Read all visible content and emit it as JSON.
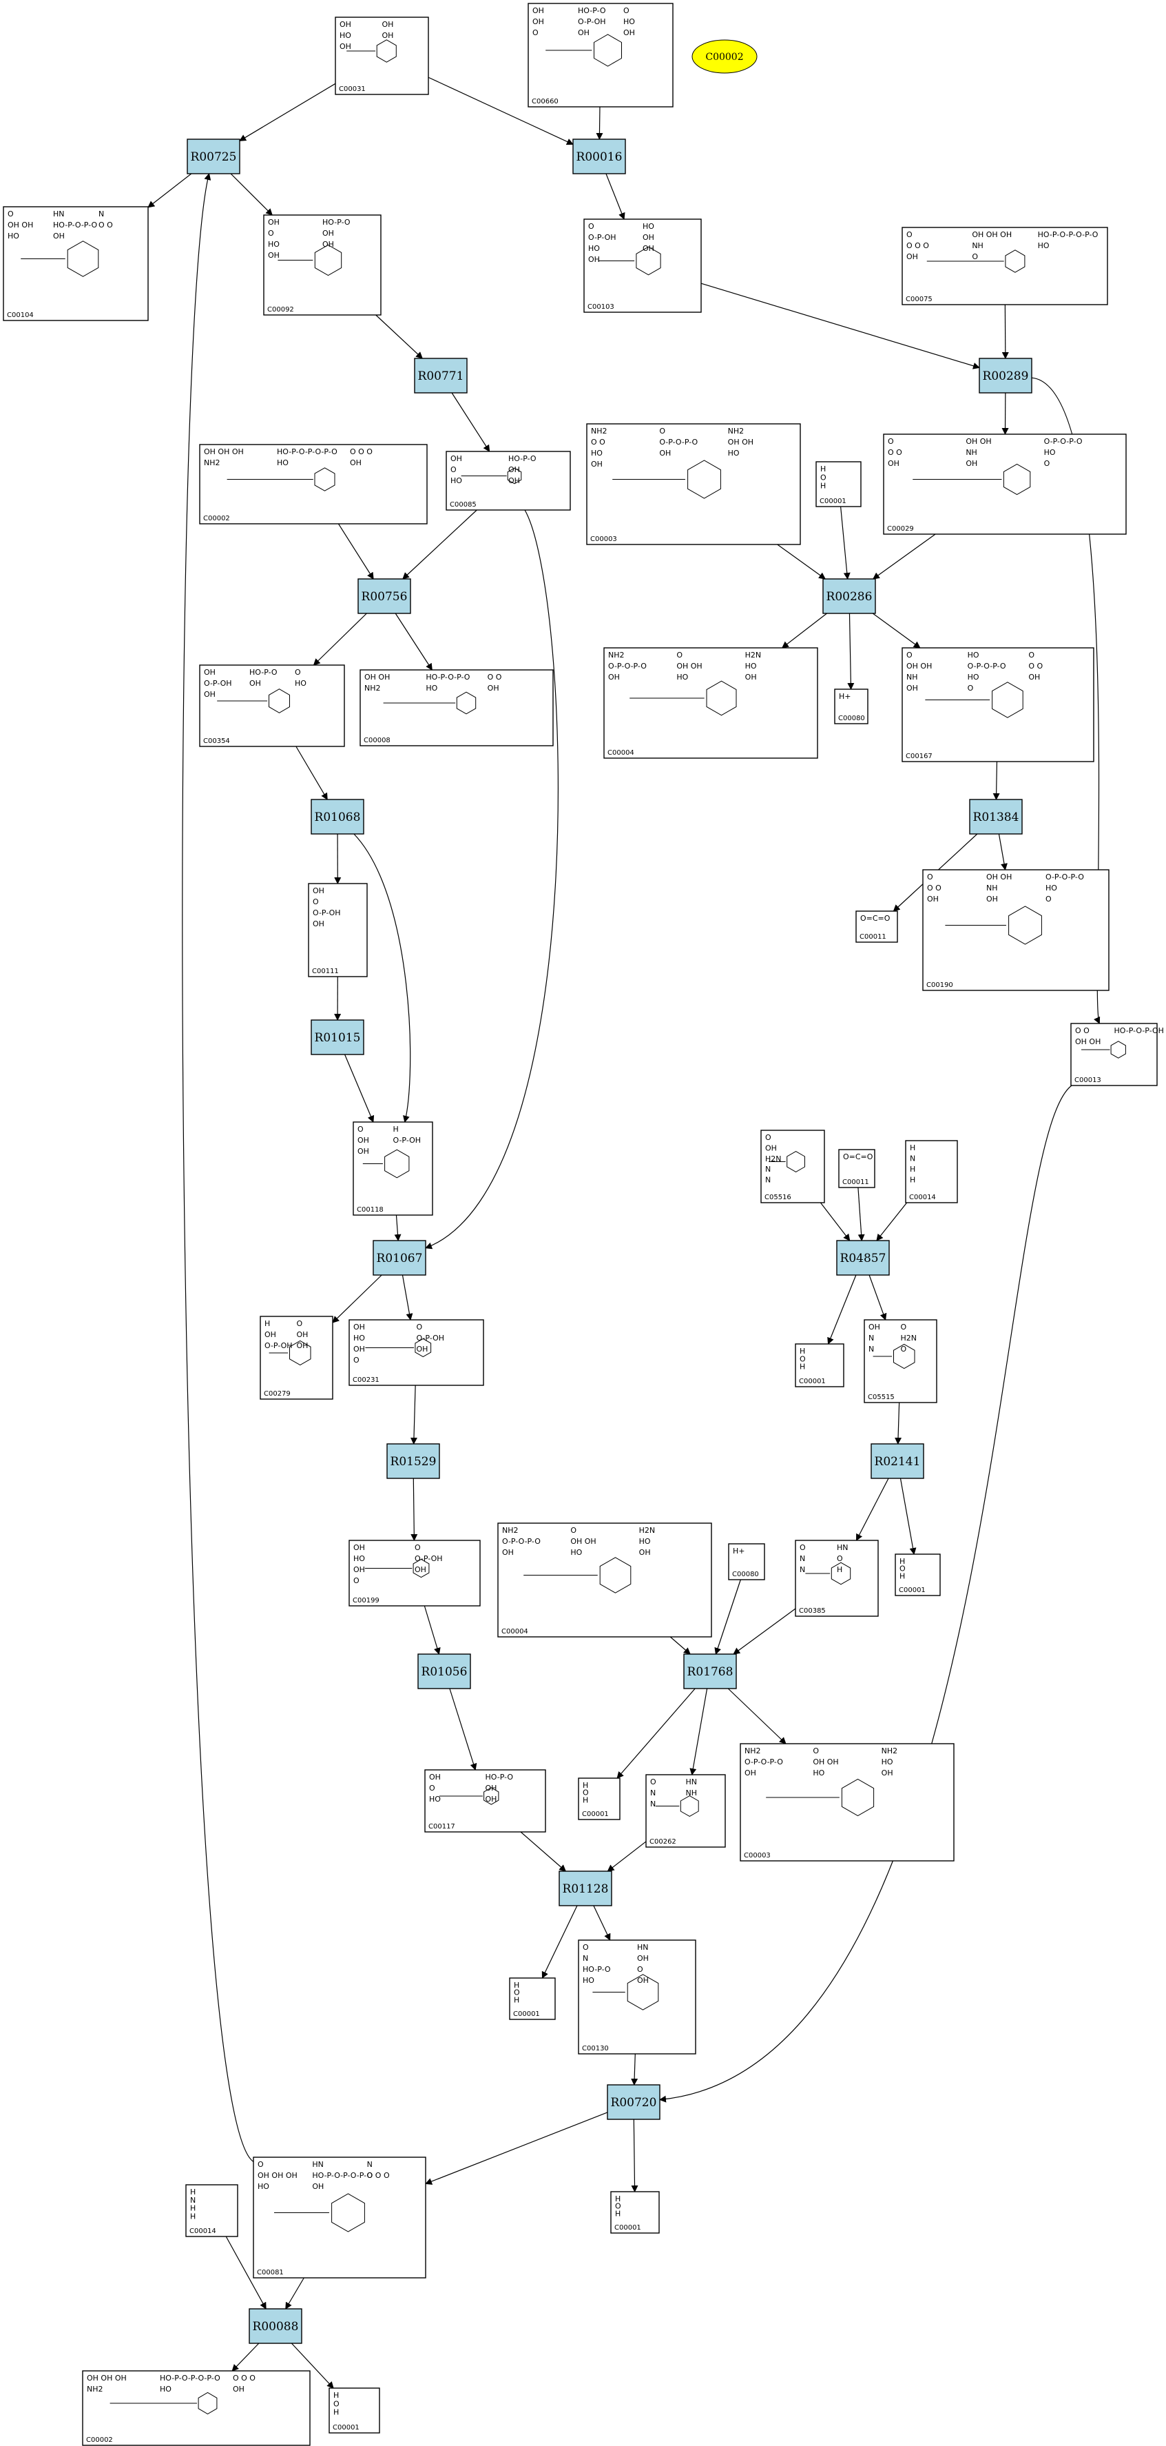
{
  "legend_compound": "C00002",
  "reactions": [
    "R00725",
    "R00016",
    "R00771",
    "R00289",
    "R00756",
    "R00286",
    "R01068",
    "R01384",
    "R01015",
    "R01067",
    "R04857",
    "R01529",
    "R02141",
    "R01056",
    "R01768",
    "R01128",
    "R00720",
    "R00088"
  ],
  "compounds": [
    {
      "id": "c00031",
      "label": "C00031",
      "atoms": [
        "OH",
        "OH",
        "HO",
        "OH",
        "OH"
      ]
    },
    {
      "id": "c00660",
      "label": "C00660",
      "atoms": [
        "OH",
        "HO-P-O",
        "O",
        "OH",
        "O-P-OH",
        "HO",
        "O",
        "OH",
        "OH"
      ]
    },
    {
      "id": "c00104",
      "label": "C00104",
      "atoms": [
        "O",
        "HN",
        "N",
        "OH OH",
        "HO-P-O-P-O",
        "O O",
        "HO",
        "OH"
      ]
    },
    {
      "id": "c00092",
      "label": "C00092",
      "atoms": [
        "OH",
        "HO-P-O",
        "O",
        "OH",
        "HO",
        "OH",
        "OH"
      ]
    },
    {
      "id": "c00103",
      "label": "C00103",
      "atoms": [
        "O",
        "HO",
        "O-P-OH",
        "OH",
        "HO",
        "OH",
        "OH"
      ]
    },
    {
      "id": "c00075",
      "label": "C00075",
      "atoms": [
        "O",
        "OH OH OH",
        "HO-P-O-P-O-P-O",
        "O O O",
        "NH",
        "HO",
        "OH",
        "O"
      ]
    },
    {
      "id": "c00002a",
      "label": "C00002",
      "atoms": [
        "OH OH OH",
        "HO-P-O-P-O-P-O",
        "O O O",
        "NH2",
        "HO",
        "OH"
      ]
    },
    {
      "id": "c00085",
      "label": "C00085",
      "atoms": [
        "OH",
        "HO-P-O",
        "O",
        "OH",
        "HO",
        "OH"
      ]
    },
    {
      "id": "c00003a",
      "label": "C00003",
      "atoms": [
        "NH2",
        "O",
        "NH2",
        "O O",
        "O-P-O-P-O",
        "OH OH",
        "HO",
        "OH",
        "HO",
        "OH"
      ]
    },
    {
      "id": "c00001a",
      "label": "C00001",
      "atoms": [
        "H",
        "O",
        "H"
      ]
    },
    {
      "id": "c00029",
      "label": "C00029",
      "atoms": [
        "O",
        "OH OH",
        "O-P-O-P-O",
        "O O",
        "NH",
        "HO",
        "OH",
        "OH",
        "O"
      ]
    },
    {
      "id": "c00354",
      "label": "C00354",
      "atoms": [
        "OH",
        "HO-P-O",
        "O",
        "O-P-OH",
        "OH",
        "HO",
        "OH"
      ]
    },
    {
      "id": "c00008",
      "label": "C00008",
      "atoms": [
        "OH OH",
        "HO-P-O-P-O",
        "O O",
        "NH2",
        "HO",
        "OH"
      ]
    },
    {
      "id": "c00004a",
      "label": "C00004",
      "atoms": [
        "NH2",
        "O",
        "H2N",
        "O-P-O-P-O",
        "OH OH",
        "HO",
        "OH",
        "HO",
        "OH"
      ]
    },
    {
      "id": "c00080a",
      "label": "C00080",
      "atoms": [
        "H+"
      ]
    },
    {
      "id": "c00167",
      "label": "C00167",
      "atoms": [
        "O",
        "HO",
        "O",
        "OH OH",
        "O-P-O-P-O",
        "O O",
        "NH",
        "HO",
        "OH",
        "OH",
        "O"
      ]
    },
    {
      "id": "c00111",
      "label": "C00111",
      "atoms": [
        "OH",
        "O",
        "O-P-OH",
        "OH"
      ]
    },
    {
      "id": "c00011a",
      "label": "C00011",
      "atoms": [
        "O=C=O"
      ]
    },
    {
      "id": "c00190",
      "label": "C00190",
      "atoms": [
        "O",
        "OH OH",
        "O-P-O-P-O",
        "O O",
        "NH",
        "HO",
        "OH",
        "OH",
        "O"
      ]
    },
    {
      "id": "c00013",
      "label": "C00013",
      "atoms": [
        "O O",
        "HO-P-O-P-OH",
        "OH OH"
      ]
    },
    {
      "id": "c00118",
      "label": "C00118",
      "atoms": [
        "O",
        "H",
        "OH",
        "O-P-OH",
        "OH"
      ]
    },
    {
      "id": "c05516",
      "label": "C05516",
      "atoms": [
        "O",
        "OH",
        "H2N",
        "N",
        "N"
      ]
    },
    {
      "id": "c00011b",
      "label": "C00011",
      "atoms": [
        "O=C=O"
      ]
    },
    {
      "id": "c00014a",
      "label": "C00014",
      "atoms": [
        "H",
        "N",
        "H",
        "H"
      ]
    },
    {
      "id": "c00279",
      "label": "C00279",
      "atoms": [
        "H",
        "O",
        "OH",
        "OH",
        "O-P-OH",
        "OH"
      ]
    },
    {
      "id": "c00231",
      "label": "C00231",
      "atoms": [
        "OH",
        "O",
        "HO",
        "O-P-OH",
        "OH",
        "OH",
        "O"
      ]
    },
    {
      "id": "c00001b",
      "label": "C00001",
      "atoms": [
        "H",
        "O",
        "H"
      ]
    },
    {
      "id": "c05515",
      "label": "C05515",
      "atoms": [
        "OH",
        "O",
        "N",
        "H2N",
        "N",
        "O"
      ]
    },
    {
      "id": "c00199",
      "label": "C00199",
      "atoms": [
        "OH",
        "O",
        "HO",
        "O-P-OH",
        "OH",
        "OH",
        "O"
      ]
    },
    {
      "id": "c00004b",
      "label": "C00004",
      "atoms": [
        "NH2",
        "O",
        "H2N",
        "O-P-O-P-O",
        "OH OH",
        "HO",
        "OH",
        "HO",
        "OH"
      ]
    },
    {
      "id": "c00080b",
      "label": "C00080",
      "atoms": [
        "H+"
      ]
    },
    {
      "id": "c00385",
      "label": "C00385",
      "atoms": [
        "O",
        "HN",
        "N",
        "O",
        "N",
        "H"
      ]
    },
    {
      "id": "c00001c",
      "label": "C00001",
      "atoms": [
        "H",
        "O",
        "H"
      ]
    },
    {
      "id": "c00117",
      "label": "C00117",
      "atoms": [
        "OH",
        "HO-P-O",
        "O",
        "OH",
        "HO",
        "OH"
      ]
    },
    {
      "id": "c00001d",
      "label": "C00001",
      "atoms": [
        "H",
        "O",
        "H"
      ]
    },
    {
      "id": "c00262",
      "label": "C00262",
      "atoms": [
        "O",
        "HN",
        "N",
        "NH",
        "N"
      ]
    },
    {
      "id": "c00003b",
      "label": "C00003",
      "atoms": [
        "NH2",
        "O",
        "NH2",
        "O-P-O-P-O",
        "OH OH",
        "HO",
        "OH",
        "HO",
        "OH"
      ]
    },
    {
      "id": "c00001e",
      "label": "C00001",
      "atoms": [
        "H",
        "O",
        "H"
      ]
    },
    {
      "id": "c00130",
      "label": "C00130",
      "atoms": [
        "O",
        "HN",
        "N",
        "OH",
        "HO-P-O",
        "O",
        "HO",
        "OH"
      ]
    },
    {
      "id": "c00014b",
      "label": "C00014",
      "atoms": [
        "H",
        "N",
        "H",
        "H"
      ]
    },
    {
      "id": "c00081",
      "label": "C00081",
      "atoms": [
        "O",
        "HN",
        "N",
        "OH OH OH",
        "HO-P-O-P-O-P-O",
        "O O O",
        "HO",
        "OH"
      ]
    },
    {
      "id": "c00001f",
      "label": "C00001",
      "atoms": [
        "H",
        "O",
        "H"
      ]
    },
    {
      "id": "c00002b",
      "label": "C00002",
      "atoms": [
        "OH OH OH",
        "HO-P-O-P-O-P-O",
        "O O O",
        "NH2",
        "HO",
        "OH"
      ]
    },
    {
      "id": "c00001g",
      "label": "C00001",
      "atoms": [
        "H",
        "O",
        "H"
      ]
    }
  ]
}
